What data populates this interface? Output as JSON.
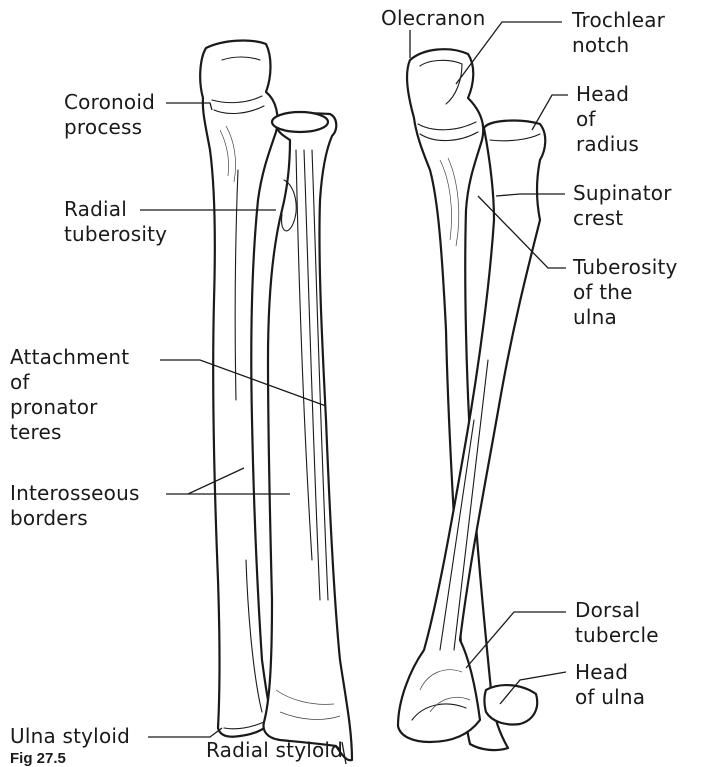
{
  "labels": {
    "coronoid": "Coronoid\nprocess",
    "radial_tuberosity": "Radial\ntuberosity",
    "attachment": "Attachment\nof\npronator\nteres",
    "interosseous": "Interosseous\nborders",
    "ulna_styloid": "Ulna styloid",
    "radial_styloid": "Radial styloid",
    "olecranon": "Olecranon",
    "trochlear": "Trochlear\nnotch",
    "head_radius": "Head\nof\nradius",
    "supinator": "Supinator\ncrest",
    "tuberosity_ulna": "Tuberosity\nof the\nulna",
    "dorsal": "Dorsal\ntubercle",
    "head_ulna": "Head\nof ulna"
  },
  "figure_label": "Fig 27.5"
}
